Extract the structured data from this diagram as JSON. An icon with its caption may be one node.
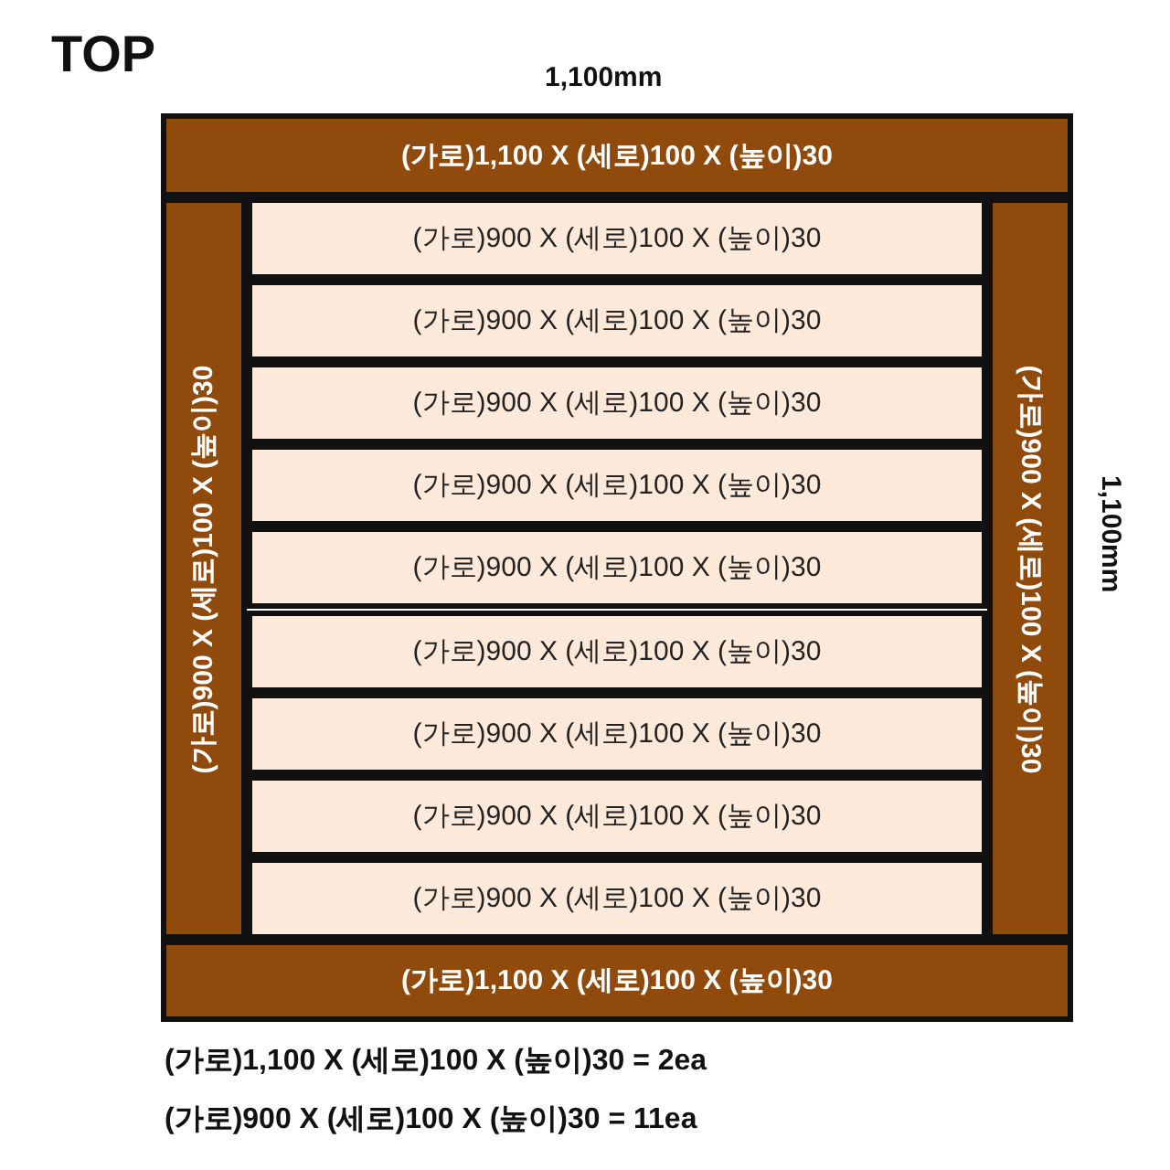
{
  "diagram": {
    "title": "TOP",
    "nodes": [
      {
        "text": [
          "(가로)1,100 X (세로)100 X (높이)30"
        ]
      },
      {
        "text": [
          "(가로)900 X (세로)100 X (높이)30"
        ]
      },
      {
        "text": [
          "(가로)900 X (세로)100 X (높이)30"
        ]
      },
      {
        "text": [
          "(가로)900 X (세로)100 X (높이)30"
        ]
      },
      {
        "text": [
          "(가로)900 X (세로)100 X (높이)30"
        ]
      },
      {
        "text": [
          "(가로)900 X (세로)100 X (높이)30"
        ]
      },
      {
        "text": [
          "(가로)900 X (세로)100 X (높이)30"
        ]
      },
      {
        "text": [
          "(가로)900 X (세로)100 X (높이)30"
        ]
      },
      {
        "text": [
          "(가로)900 X (세로)100 X (높이)30"
        ]
      },
      {
        "text": [
          "(가로)900 X (세로)100 X (높이)30"
        ]
      },
      {
        "text": [
          "(가로)900 X (세로)100 X (높이)30"
        ]
      },
      {
        "text": [
          "(가로)900 X (세로)100 X (높이)30"
        ]
      },
      {
        "text": [
          "(가로)1,100 X (세로)100 X (높이)30"
        ]
      }
    ],
    "labels": [
      "1,100mm",
      "1,100mm",
      "(가로)1,100 X (세로)100 X (높이)30 = 2ea",
      "(가로)900 X (세로)100 X (높이)30 = 11ea"
    ]
  }
}
